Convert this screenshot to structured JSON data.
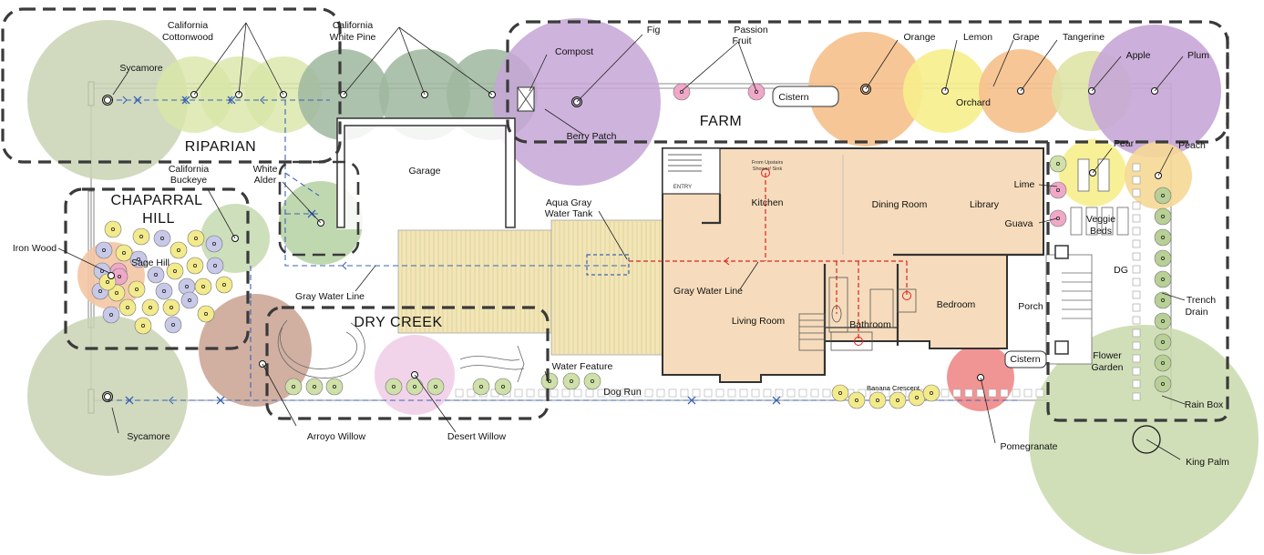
{
  "zones": {
    "riparian": "RIPARIAN",
    "chaparral_line1": "CHAPARRAL",
    "chaparral_line2": "HILL",
    "dry_creek": "DRY CREEK",
    "farm": "FARM"
  },
  "plants": {
    "sycamore_top": "Sycamore",
    "sycamore_bottom": "Sycamore",
    "cottonwood_l1": "California",
    "cottonwood_l2": "Cottonwood",
    "white_pine_l1": "California",
    "white_pine_l2": "White Pine",
    "buckeye_l1": "California",
    "buckeye_l2": "Buckeye",
    "alder_l1": "White",
    "alder_l2": "Alder",
    "iron_wood": "Iron Wood",
    "sage_hill": "Sage Hill",
    "arroyo_willow": "Arroyo Willow",
    "desert_willow": "Desert Willow",
    "compost": "Compost",
    "fig": "Fig",
    "passion_l1": "Passion",
    "passion_l2": "Fruit",
    "berry_patch": "Berry Patch",
    "orange": "Orange",
    "lemon": "Lemon",
    "grape": "Grape",
    "tangerine": "Tangerine",
    "apple": "Apple",
    "plum": "Plum",
    "orchard": "Orchard",
    "pear": "Pear",
    "peach": "Peach",
    "lime": "Lime",
    "guava": "Guava",
    "veggie_l1": "Veggie",
    "veggie_l2": "Beds",
    "flower_l1": "Flower",
    "flower_l2": "Garden",
    "banana": "Banana Crescent",
    "pomegranate": "Pomegranate",
    "king_palm": "King Palm"
  },
  "features": {
    "garage": "Garage",
    "gray_water_line_left": "Gray Water Line",
    "gray_water_line_house": "Gray Water Line",
    "aqua_l1": "Aqua Gray",
    "aqua_l2": "Water Tank",
    "water_feature": "Water Feature",
    "dog_run": "Dog Run",
    "cistern_top": "Cistern",
    "cistern_bottom": "Cistern",
    "dg": "DG",
    "trench_l1": "Trench",
    "trench_l2": "Drain",
    "rain_box": "Rain Box"
  },
  "rooms": {
    "entry": "ENTRY",
    "kitchen": "Kitchen",
    "dining": "Dining Room",
    "library": "Library",
    "living": "Living Room",
    "bathroom": "Bathroom",
    "bedroom": "Bedroom",
    "porch": "Porch",
    "shower_l1": "From Upstairs",
    "shower_l2": "Shower/ Sink"
  },
  "colors": {
    "sycamore": "#c9d4b4",
    "cottonwood": "#d8e6a8",
    "pine": "#9fb79f",
    "purple": "#c6a6d6",
    "orange": "#f6c08c",
    "yellow": "#f7ee8c",
    "pink": "#f0a8c8",
    "red": "#ef8888",
    "arroyo": "#c9a290",
    "desert_willow": "#f0cfe8",
    "house": "#f6dcbc",
    "deck": "#f2e6b8",
    "gray_water": "#3b63b5"
  }
}
